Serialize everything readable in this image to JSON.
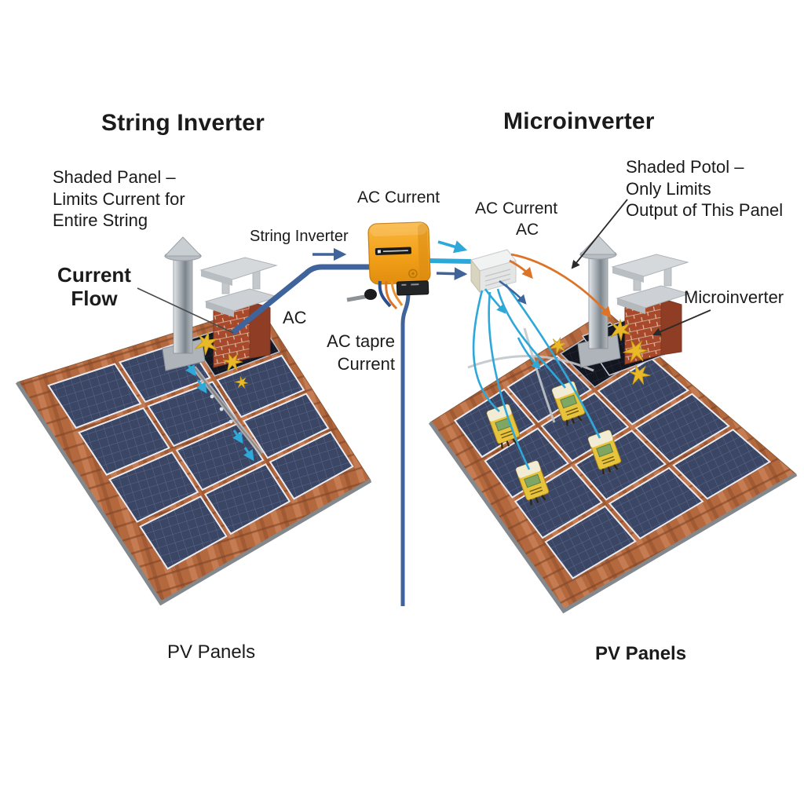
{
  "left": {
    "title": "String Inverter",
    "note_line1": "Shaded Panel –",
    "note_line2": "Limits Current for",
    "note_line3": "Entire String",
    "flow_line1": "Current",
    "flow_line2": "Flow",
    "inverter_label": "String Inverter",
    "ac_label": "AC",
    "pv_label": "PV Panels"
  },
  "center": {
    "ac_current_label": "AC Current",
    "tapre_line1": "AC tapre",
    "tapre_line2": "Current"
  },
  "right": {
    "title": "Microinverter",
    "ac_current_label": "AC Current",
    "ac_label": "AC",
    "note_line1": "Shaded Potol –",
    "note_line2": "Only Limits",
    "note_line3": "Output of This Panel",
    "micro_label": "Microinverter",
    "pv_label": "PV Panels"
  },
  "colors": {
    "cable_blue": "#3f639b",
    "ac_cyan": "#2ea7d9",
    "wire_orange": "#dd7326",
    "inverter_orange": "#f5a11f",
    "micro_yellow": "#e8c43c",
    "crack_yellow": "#e9b92a",
    "roof_tile": "#b4683e",
    "panel_navy": "#3a4663",
    "shaded_panel": "#13161f",
    "brick_red": "#a8492b",
    "concrete_gray": "#cdd1d5"
  }
}
